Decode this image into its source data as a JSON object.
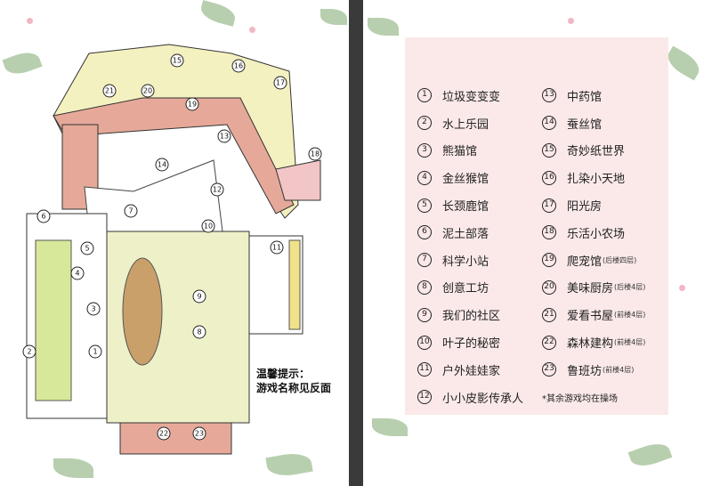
{
  "map": {
    "tip_line1": "温馨提示：",
    "tip_line2": "游戏名称见反面",
    "markers": [
      "1",
      "2",
      "3",
      "4",
      "5",
      "6",
      "7",
      "8",
      "9",
      "10",
      "11",
      "12",
      "13",
      "14",
      "15",
      "16",
      "17",
      "18",
      "19",
      "20",
      "21",
      "22",
      "23"
    ]
  },
  "legend": {
    "items": [
      {
        "num": "1",
        "name": "垃圾变变变",
        "note": ""
      },
      {
        "num": "2",
        "name": "水上乐园",
        "note": ""
      },
      {
        "num": "3",
        "name": "熊猫馆",
        "note": ""
      },
      {
        "num": "4",
        "name": "金丝猴馆",
        "note": ""
      },
      {
        "num": "5",
        "name": "长颈鹿馆",
        "note": ""
      },
      {
        "num": "6",
        "name": "泥土部落",
        "note": ""
      },
      {
        "num": "7",
        "name": "科学小站",
        "note": ""
      },
      {
        "num": "8",
        "name": "创意工坊",
        "note": ""
      },
      {
        "num": "9",
        "name": "我们的社区",
        "note": ""
      },
      {
        "num": "10",
        "name": "叶子的秘密",
        "note": ""
      },
      {
        "num": "11",
        "name": "户外娃娃家",
        "note": ""
      },
      {
        "num": "12",
        "name": "小小皮影传承人",
        "note": ""
      },
      {
        "num": "13",
        "name": "中药馆",
        "note": ""
      },
      {
        "num": "14",
        "name": "蚕丝馆",
        "note": ""
      },
      {
        "num": "15",
        "name": "奇妙纸世界",
        "note": ""
      },
      {
        "num": "16",
        "name": "扎染小天地",
        "note": ""
      },
      {
        "num": "17",
        "name": "阳光房",
        "note": ""
      },
      {
        "num": "18",
        "name": "乐活小农场",
        "note": ""
      },
      {
        "num": "19",
        "name": "爬宠馆",
        "note": "(后楼四层)"
      },
      {
        "num": "20",
        "name": "美味厨房",
        "note": "(后楼4层)"
      },
      {
        "num": "21",
        "name": "爱看书屋",
        "note": "(前楼4层)"
      },
      {
        "num": "22",
        "name": "森林建构",
        "note": "(前楼4层)"
      },
      {
        "num": "23",
        "name": "鲁班坊",
        "note": "(前楼4层)"
      }
    ],
    "footnote": "*其余游戏均在操场"
  }
}
